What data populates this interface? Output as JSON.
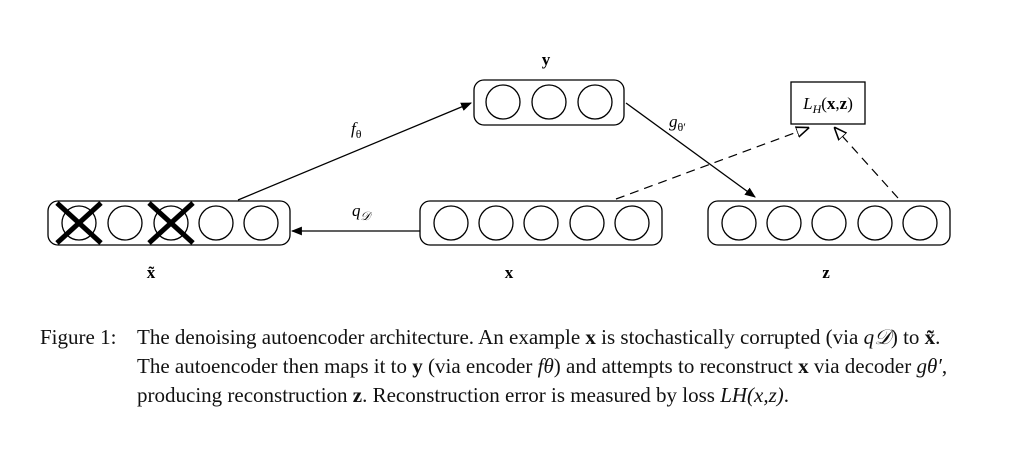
{
  "diagram": {
    "node_labels": {
      "x_tilde": "x̃",
      "x": "x",
      "y": "y",
      "z": "z"
    },
    "edge_labels": {
      "encoder": "fθ",
      "corrupt": "q𝒟",
      "decoder": "gθ′"
    },
    "loss_box": "LH(x,z)"
  },
  "caption": {
    "label": "Figure 1:",
    "s1": "The denoising autoencoder architecture. An example ",
    "x1": "x",
    "s2": " is stochastically corrupted (via ",
    "q": "q𝒟",
    "s3": ") to ",
    "xt": "x̃",
    "s4": ". The autoencoder then maps it to ",
    "y": "y",
    "s5": " (via encoder ",
    "f": "fθ",
    "s6": ") and attempts to reconstruct ",
    "x2": "x",
    "s7": " via decoder ",
    "g": "gθ′",
    "s8": ", producing reconstruction ",
    "z": "z",
    "s9": ". Reconstruction error is measured by loss ",
    "loss": "LH(x,z)",
    "s10": "."
  }
}
